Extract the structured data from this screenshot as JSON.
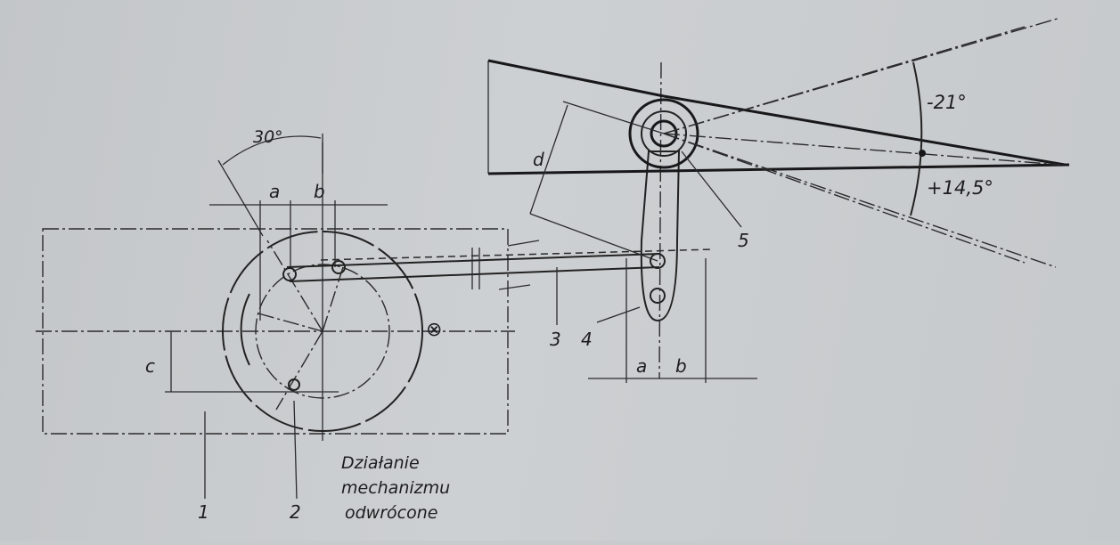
{
  "labels": {
    "angle_30": "30°",
    "a_top": "a",
    "b_top": "b",
    "c": "c",
    "d": "d",
    "angle_minus_21": "-21°",
    "angle_plus_14_5": "+14,5°",
    "part_1": "1",
    "part_2": "2",
    "part_3": "3",
    "part_4": "4",
    "part_5": "5",
    "a_bottom": "a",
    "b_bottom": "b"
  },
  "caption": {
    "line1": "Działanie",
    "line2": "mechanizmu",
    "line3": "odwrócone"
  }
}
